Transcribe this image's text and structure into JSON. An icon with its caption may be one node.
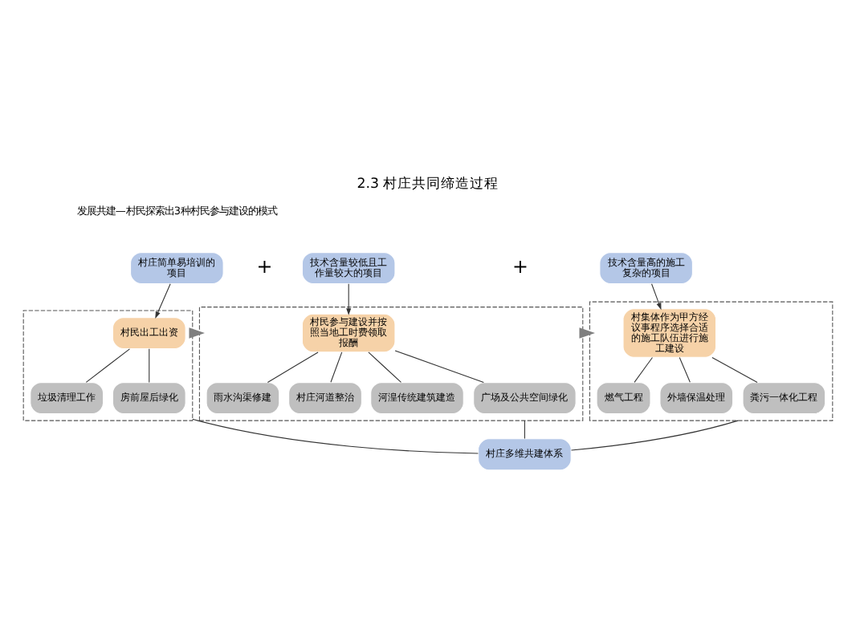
{
  "diagram": {
    "title": "2.3 村庄共同缔造过程",
    "nodes": [
      {
        "text": [
          "村庄简单易培训的项目"
        ]
      },
      {
        "text": [
          "技术含量较低且工作量较大的项目"
        ]
      },
      {
        "text": [
          "技术含量高的施工复杂的项目"
        ]
      },
      {
        "text": [],
        "shape": "box"
      },
      {
        "text": [
          "村民出工出资"
        ],
        "in": 3
      },
      {
        "text": [
          "垃圾清理工作"
        ],
        "in": 3
      },
      {
        "text": [
          "房前屋后绿化"
        ],
        "in": 3
      },
      {
        "text": [],
        "shape": "box"
      },
      {
        "text": [
          "村民参与建设并按照当地工时费领取报酬"
        ],
        "in": 7
      },
      {
        "text": [
          "雨水沟渠修建"
        ],
        "in": 7
      },
      {
        "text": [
          "村庄河道整治"
        ],
        "in": 7
      },
      {
        "text": [
          "河湟传统建筑建造"
        ],
        "in": 7
      },
      {
        "text": [
          "广场及公共空间绿化"
        ],
        "in": 7
      },
      {
        "text": [],
        "shape": "box"
      },
      {
        "text": [
          "村集体作为甲方经议事程序选择合适的施工队伍进行施工建设"
        ],
        "in": 13
      },
      {
        "text": [
          "燃气工程"
        ],
        "in": 13
      },
      {
        "text": [
          "外墙保温处理"
        ],
        "in": 13
      },
      {
        "text": [
          "粪污一体化工程"
        ],
        "in": 13
      },
      {
        "text": [
          "村庄多维共建体系"
        ]
      }
    ],
    "edges": [
      {
        "from": 0,
        "to": 4,
        "arrow": "to"
      },
      {
        "from": 1,
        "to": 8,
        "arrow": "to"
      },
      {
        "from": 2,
        "to": 14,
        "arrow": "to"
      },
      {
        "from": 3,
        "to": 7,
        "arrow": "to",
        "style": "thick",
        "color": "#7f7f7f"
      },
      {
        "from": 7,
        "to": 13,
        "arrow": "to",
        "style": "thick",
        "color": "#7f7f7f"
      },
      {
        "from": 4,
        "to": 5,
        "arrow": "none"
      },
      {
        "from": 4,
        "to": 6,
        "arrow": "none"
      },
      {
        "from": 8,
        "to": 9,
        "arrow": "none"
      },
      {
        "from": 8,
        "to": 10,
        "arrow": "none"
      },
      {
        "from": 8,
        "to": 11,
        "arrow": "none"
      },
      {
        "from": 8,
        "to": 12,
        "arrow": "none"
      },
      {
        "from": 14,
        "to": 15,
        "arrow": "none"
      },
      {
        "from": 14,
        "to": 16,
        "arrow": "none"
      },
      {
        "from": 14,
        "to": 17,
        "arrow": "none"
      },
      {
        "from": 3,
        "to": 18,
        "arrow": "none"
      },
      {
        "from": 7,
        "to": 18,
        "arrow": "none"
      },
      {
        "from": 13,
        "to": 18,
        "arrow": "none"
      }
    ],
    "labels": [
      "发展共建—村民探索出3种村民参与建设的模式",
      "+",
      "+"
    ]
  }
}
